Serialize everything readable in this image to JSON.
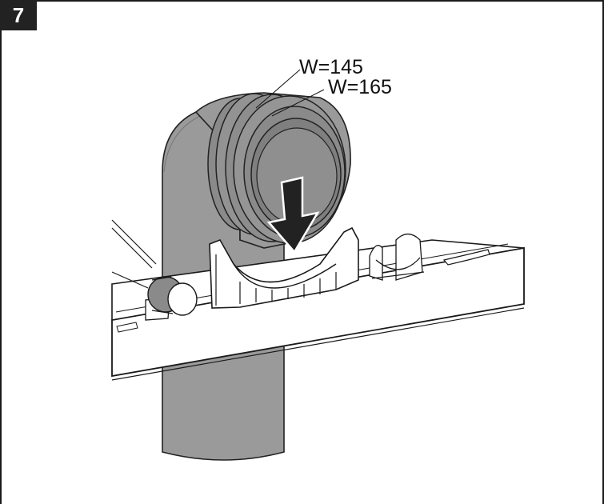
{
  "step": {
    "number": "7"
  },
  "labels": {
    "w145": "W=145",
    "w165": "W=165"
  },
  "colors": {
    "pipe": "#9a9a9a",
    "pipe_dark": "#7d7d7d",
    "seal": "#8a8a8a",
    "frame": "#ffffff",
    "outline": "#1a1a1a",
    "arrow": "#222222"
  },
  "icons": {
    "arrow": "arrow-down-icon"
  }
}
